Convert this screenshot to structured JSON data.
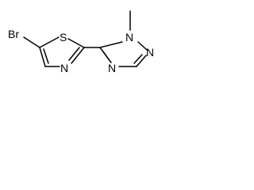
{
  "molecule": {
    "atoms": {
      "br": "Br",
      "s": "S",
      "n_thiazole": "N",
      "n1": "N",
      "n2": "N",
      "n4": "N"
    }
  },
  "colors": {
    "bond": "#000000",
    "label": "#000000",
    "background": "#ffffff"
  }
}
